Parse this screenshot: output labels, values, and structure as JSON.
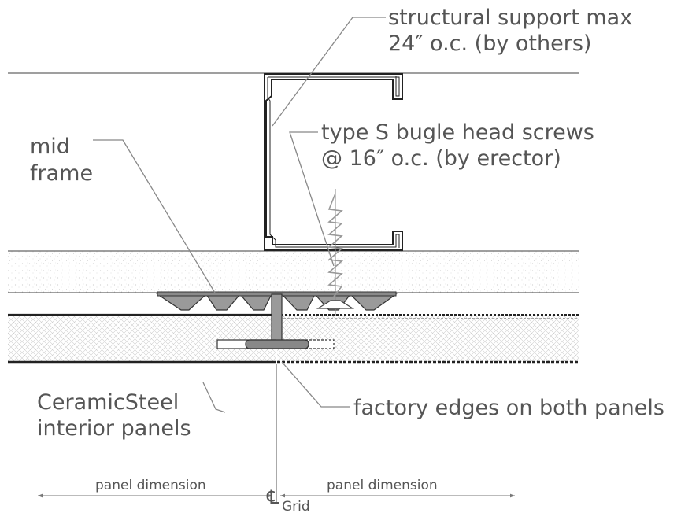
{
  "labels": {
    "structural_support": [
      "structural support max",
      "24″ o.c. (by others)"
    ],
    "screws": [
      "type S bugle head screws",
      "@ 16″ o.c. (by erector)"
    ],
    "mid_frame": [
      "mid",
      "frame"
    ],
    "panels": [
      "CeramicSteel",
      "interior panels"
    ],
    "factory_edges": "factory edges on both panels",
    "panel_dimension_left": "panel dimension",
    "panel_dimension_right": "panel dimension",
    "centerline_symbol": "℄",
    "centerline_sub": "Grid"
  },
  "colors": {
    "line": "#222222",
    "leader": "#888888",
    "text": "#555555",
    "hatch": "#cccccc",
    "frame_fill": "#888888"
  }
}
